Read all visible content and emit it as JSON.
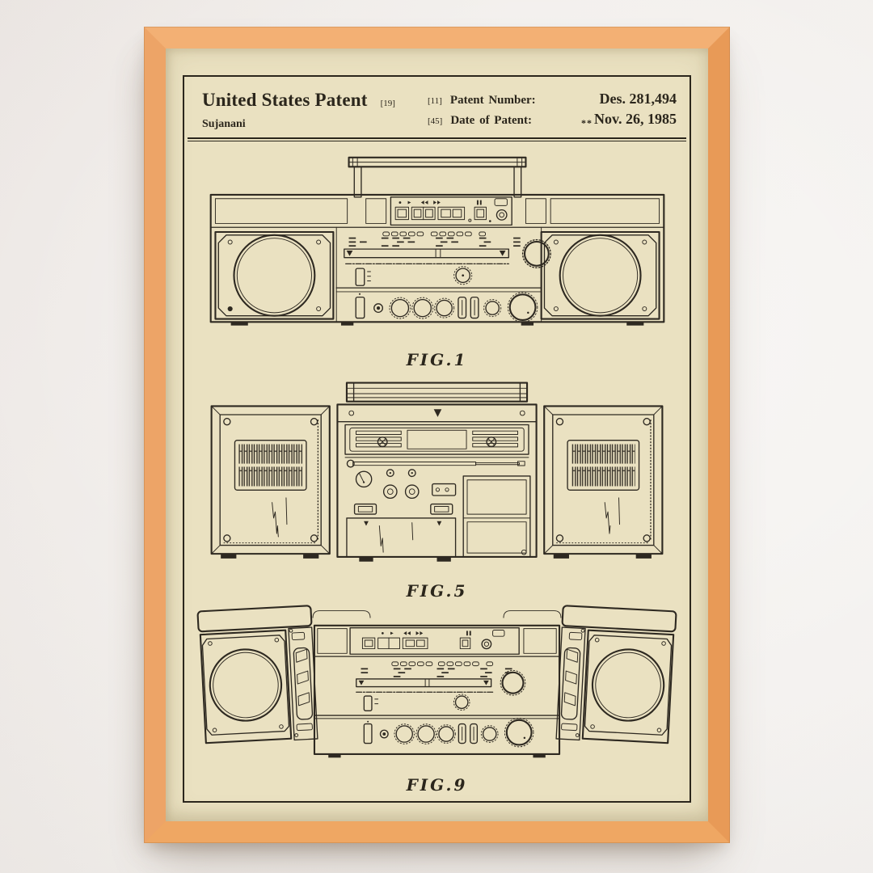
{
  "patent": {
    "title": "United States Patent",
    "title_code": "[19]",
    "inventor": "Sujanani",
    "number_code": "[11]",
    "number_label": "Patent Number:",
    "number_value": "Des. 281,494",
    "date_code": "[45]",
    "date_label": "Date of Patent:",
    "date_prefix": "**",
    "date_value": "Nov. 26, 1985"
  },
  "figures": [
    {
      "label": "FIG.1",
      "name": "boombox-front-view"
    },
    {
      "label": "FIG.5",
      "name": "boombox-rear-view"
    },
    {
      "label": "FIG.9",
      "name": "boombox-front-view-speakers-detached"
    }
  ],
  "colors": {
    "wall": "#f2efec",
    "frame_wood": "#eda467",
    "paper": "#eae1c1",
    "ink": "#2e2921"
  }
}
